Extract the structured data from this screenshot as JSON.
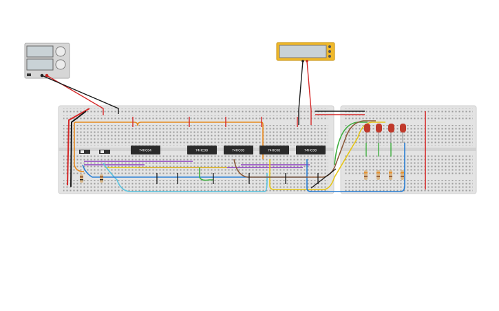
{
  "circuit": {
    "chips": [
      {
        "id": "u1",
        "label": "74HC04"
      },
      {
        "id": "u2",
        "label": "74HC08"
      },
      {
        "id": "u3",
        "label": "74HC08"
      },
      {
        "id": "u4",
        "label": "74HC08"
      },
      {
        "id": "u5",
        "label": "74HC08"
      }
    ],
    "leds": [
      {
        "id": "led1",
        "color": "#c0392b"
      },
      {
        "id": "led2",
        "color": "#c0392b"
      },
      {
        "id": "led3",
        "color": "#c0392b"
      },
      {
        "id": "led4",
        "color": "#c0392b"
      }
    ],
    "wire_colors": {
      "power": "#d62828",
      "ground": "#1a1a1a",
      "orange": "#e8891d",
      "purple": "#8e3fbf",
      "yellow": "#e6c619",
      "cyan": "#59c3e0",
      "blue": "#2a7fd4",
      "green": "#3fae3f",
      "brown": "#8a5a3a"
    }
  }
}
